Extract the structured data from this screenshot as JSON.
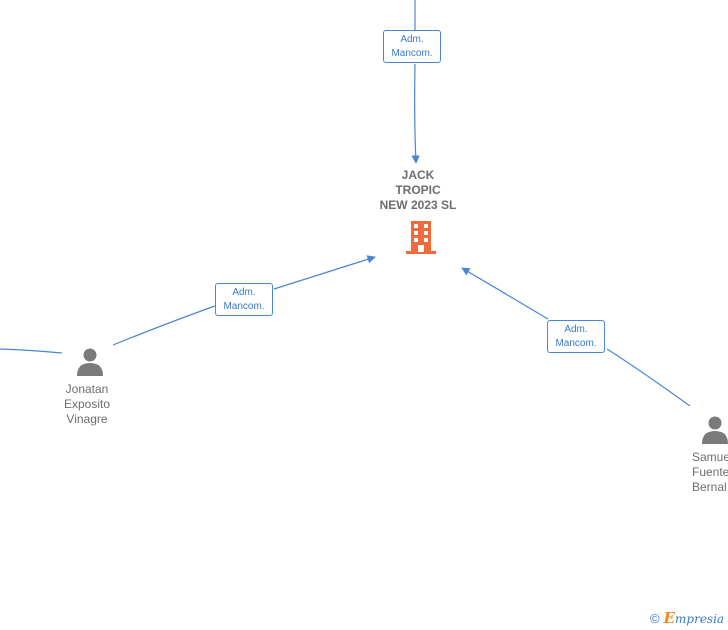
{
  "company": {
    "name_lines": [
      "JACK",
      "TROPIC",
      "NEW 2023  SL"
    ],
    "icon": "building-icon",
    "icon_color": "#f26a3a"
  },
  "persons": [
    {
      "id": "jonatan",
      "name_lines": [
        "Jonatan",
        "Exposito",
        "Vinagre"
      ],
      "icon": "person-icon"
    },
    {
      "id": "samuel",
      "name_lines": [
        "Samuel",
        "Fuentes",
        "Bernal"
      ],
      "icon": "person-icon"
    }
  ],
  "edges": [
    {
      "id": "top",
      "label_lines": [
        "Adm.",
        "Mancom."
      ]
    },
    {
      "id": "jonatan",
      "label_lines": [
        "Adm.",
        "Mancom."
      ]
    },
    {
      "id": "samuel",
      "label_lines": [
        "Adm.",
        "Mancom."
      ]
    }
  ],
  "footer": {
    "copyright": "©",
    "brand_initial": "E",
    "brand_rest": "mpresia"
  },
  "colors": {
    "edge": "#4a86d4",
    "person": "#7a7a7a",
    "text": "#6e6e6e"
  }
}
